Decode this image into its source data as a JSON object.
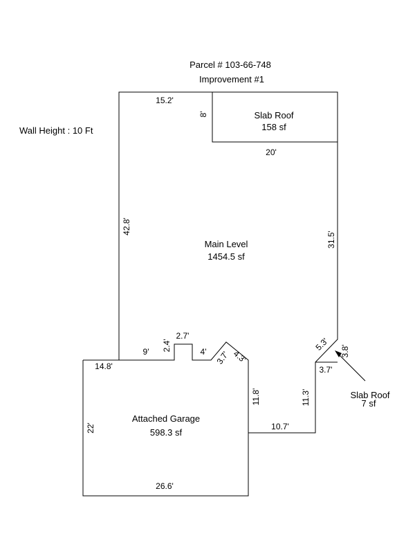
{
  "header": {
    "parcel": "Parcel # 103-66-748",
    "improvement": "Improvement #1"
  },
  "wall_height": "Wall Height : 10 Ft",
  "areas": {
    "slab_roof_top": {
      "name": "Slab Roof",
      "size": "158 sf"
    },
    "main_level": {
      "name": "Main Level",
      "size": "1454.5 sf"
    },
    "attached_garage": {
      "name": "Attached Garage",
      "size": "598.3 sf"
    },
    "slab_roof_small": {
      "name": "Slab Roof",
      "size": "7 sf"
    }
  },
  "dimensions": {
    "top_left_width": "15.2'",
    "slab_depth": "8'",
    "slab_width": "20'",
    "left_height": "42.8'",
    "right_height": "31.5'",
    "bump_left": "9'",
    "bump_height": "2.4'",
    "bump_width": "2.7'",
    "bump_right": "4'",
    "diag_left": "3.7'",
    "diag_right": "4.3'",
    "garage_top": "14.8'",
    "garage_right_upper": "11.8'",
    "garage_left": "22'",
    "garage_bottom": "26.6'",
    "step_bottom": "10.7'",
    "step_height": "11.3'",
    "small_step": "3.7'",
    "small_diag": "5.3'",
    "small_vertical": "3.8'"
  }
}
